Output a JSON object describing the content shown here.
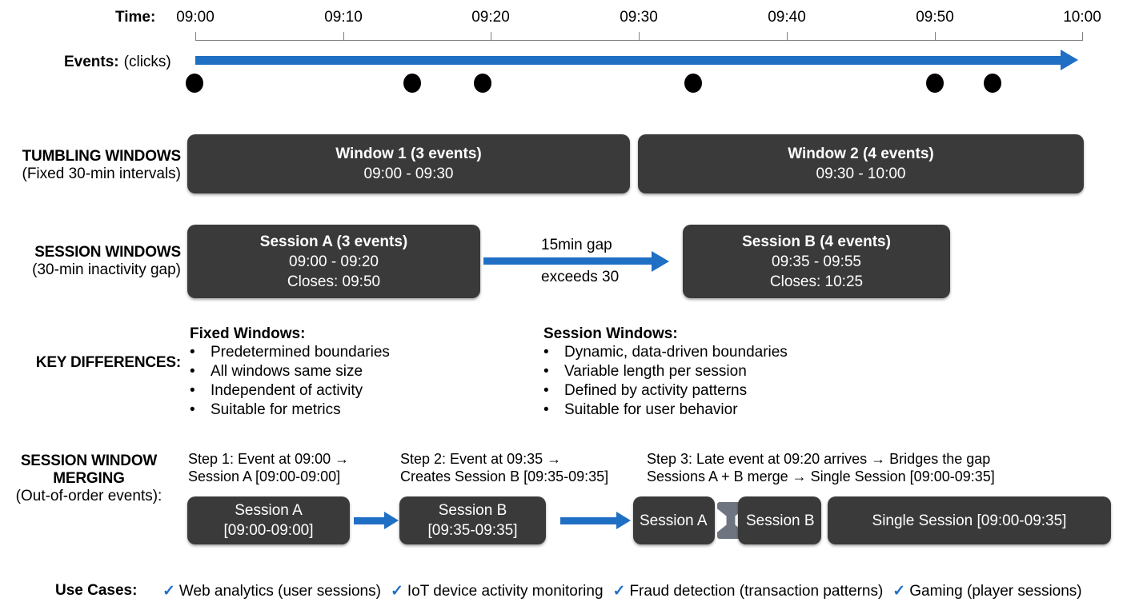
{
  "timeline": {
    "label": "Time:",
    "ticks": [
      "09:00",
      "09:10",
      "09:20",
      "09:30",
      "09:40",
      "09:50",
      "10:00"
    ],
    "events_label_bold": "Events:",
    "events_label_sub": "(clicks)",
    "event_times": [
      "09:00",
      "09:11",
      "09:21",
      "09:36",
      "09:51",
      "09:56"
    ]
  },
  "tumbling": {
    "label_bold": "TUMBLING WINDOWS",
    "label_sub": "(Fixed 30-min intervals)",
    "windows": [
      {
        "title": "Window 1 (3 events)",
        "range": "09:00 - 09:30"
      },
      {
        "title": "Window 2 (4 events)",
        "range": "09:30 - 10:00"
      }
    ]
  },
  "session": {
    "label_bold": "SESSION WINDOWS",
    "label_sub": "(30-min inactivity gap)",
    "gap_top": "15min gap",
    "gap_bottom": "exceeds 30",
    "boxes": [
      {
        "title": "Session A (3 events)",
        "range": "09:00 - 09:20",
        "closes": "Closes: 09:50"
      },
      {
        "title": "Session B (4 events)",
        "range": "09:35 - 09:55",
        "closes": "Closes: 10:25"
      }
    ]
  },
  "key_differences": {
    "label": "KEY DIFFERENCES:",
    "columns": [
      {
        "heading": "Fixed Windows:",
        "items": [
          "Predetermined boundaries",
          "All windows same size",
          "Independent of activity",
          "Suitable for metrics"
        ]
      },
      {
        "heading": "Session Windows:",
        "items": [
          "Dynamic, data-driven boundaries",
          "Variable length per session",
          "Defined by activity patterns",
          "Suitable for user behavior"
        ]
      }
    ],
    "bullet_glyph": "•"
  },
  "merging": {
    "label_line1": "SESSION WINDOW",
    "label_line2": "MERGING",
    "label_sub": "(Out-of-order events):",
    "steps": [
      {
        "line1": "Step 1: Event at 09:00 →",
        "line2": "Session A [09:00-09:00]"
      },
      {
        "line1": "Step 2: Event at 09:35 →",
        "line2": "Creates Session B [09:35-09:35]"
      },
      {
        "line1": "Step 3: Late event at 09:20 arrives → Bridges the gap",
        "line2": "Sessions A + B merge → Single Session [09:00-09:35]"
      }
    ],
    "boxes": {
      "step1": {
        "line1": "Session A",
        "line2": "[09:00-09:00]"
      },
      "step2": {
        "line1": "Session B",
        "line2": "[09:35-09:35]"
      },
      "merge_left": "Session A",
      "merge_right": "Session B",
      "result": "Single Session [09:00-09:35]"
    }
  },
  "use_cases": {
    "label": "Use Cases:",
    "check_glyph": "✓",
    "items": [
      "Web analytics (user sessions)",
      "IoT device activity monitoring",
      "Fraud detection (transaction patterns)",
      "Gaming (player sessions)"
    ]
  },
  "colors": {
    "accent_blue": "#1F6FC4",
    "box_dark": "#3A3A3A",
    "connector_gray": "#6E7480",
    "axis_gray": "#808080",
    "background": "#FFFFFF"
  }
}
